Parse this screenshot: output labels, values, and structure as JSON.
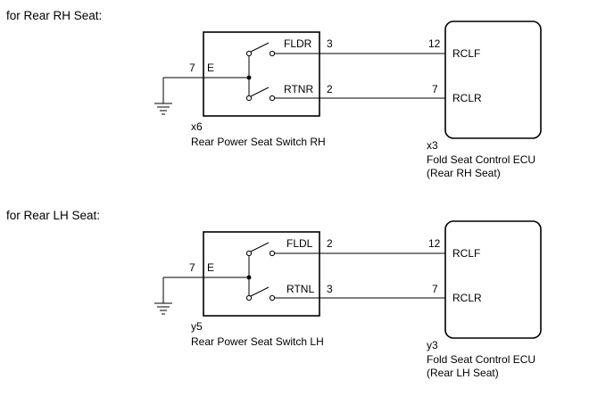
{
  "diagrams": [
    {
      "section_title": "for Rear RH Seat:",
      "switch": {
        "connector_code": "x6",
        "name": "Rear Power Seat Switch RH",
        "ground_pin": {
          "pin": "7",
          "label": "E"
        },
        "terminals": [
          {
            "label": "FLDR",
            "pin": "3"
          },
          {
            "label": "RTNR",
            "pin": "2"
          }
        ]
      },
      "ecu": {
        "connector_code": "x3",
        "name": "Fold Seat Control ECU",
        "seat": "(Rear RH Seat)",
        "terminals": [
          {
            "label": "RCLF",
            "pin": "12"
          },
          {
            "label": "RCLR",
            "pin": "7"
          }
        ]
      }
    },
    {
      "section_title": "for Rear LH Seat:",
      "switch": {
        "connector_code": "y5",
        "name": "Rear Power Seat Switch LH",
        "ground_pin": {
          "pin": "7",
          "label": "E"
        },
        "terminals": [
          {
            "label": "FLDL",
            "pin": "2"
          },
          {
            "label": "RTNL",
            "pin": "3"
          }
        ]
      },
      "ecu": {
        "connector_code": "y3",
        "name": "Fold Seat Control ECU",
        "seat": "(Rear LH Seat)",
        "terminals": [
          {
            "label": "RCLF",
            "pin": "12"
          },
          {
            "label": "RCLR",
            "pin": "7"
          }
        ]
      }
    }
  ]
}
